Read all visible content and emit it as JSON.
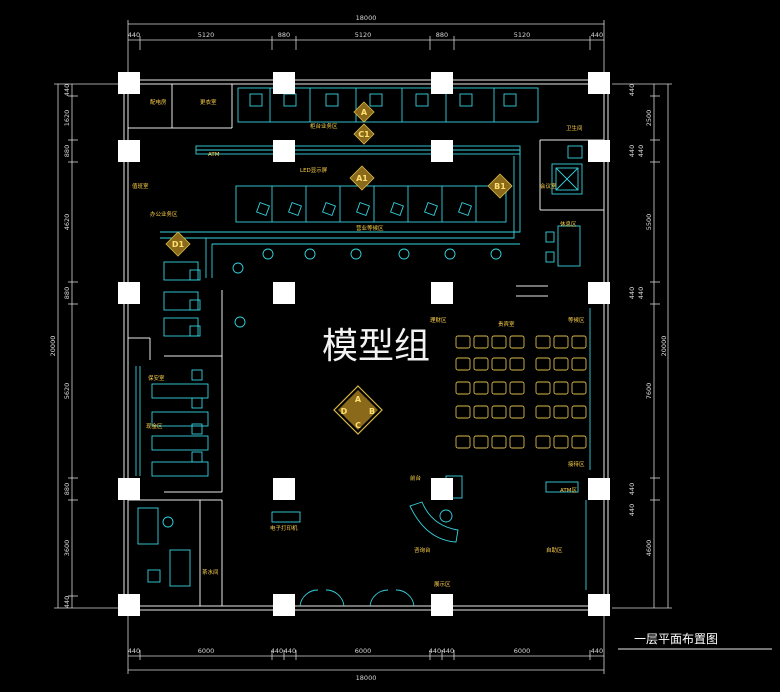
{
  "watermark": "模型组",
  "title": "一层平面布置图",
  "dimensions": {
    "overall": "18000",
    "top": [
      "440",
      "5120",
      "880",
      "5120",
      "880",
      "5120",
      "440"
    ],
    "bottom": [
      "440",
      "6000",
      "440",
      "440",
      "6000",
      "440",
      "440",
      "6000",
      "440"
    ],
    "left": [
      "440",
      "1620",
      "880",
      "4620",
      "880",
      "5620",
      "880",
      "3600",
      "440"
    ],
    "left_overall": "20000",
    "right": [
      "440",
      "2500",
      "440",
      "440",
      "5500",
      "440",
      "440",
      "7600",
      "440",
      "440",
      "4600"
    ],
    "right_overall": "20000"
  },
  "rooms": {
    "power": "配电房",
    "storage": "更衣室",
    "office": "办公业务区",
    "lobby_wait": "营业等候区",
    "vip": "贵宾室",
    "finance": "理财区",
    "counter": "柜台业务区",
    "led": "LED显示屏",
    "atm": "ATM",
    "self_service": "自助区",
    "wc": "卫生间",
    "meeting": "会议室",
    "wait_area": "等候区",
    "lounge": "休息区",
    "guard": "保安室",
    "kitchen": "茶水间",
    "cash_room": "现金区",
    "duty": "值班室",
    "printer": "电子打印机",
    "consult": "咨询台",
    "entrance": "前台",
    "display": "展示区",
    "reception": "接待区",
    "atm_room": "ATM区"
  },
  "markers": [
    "A",
    "B",
    "C",
    "D",
    "A1",
    "B1",
    "C1",
    "D1"
  ]
}
